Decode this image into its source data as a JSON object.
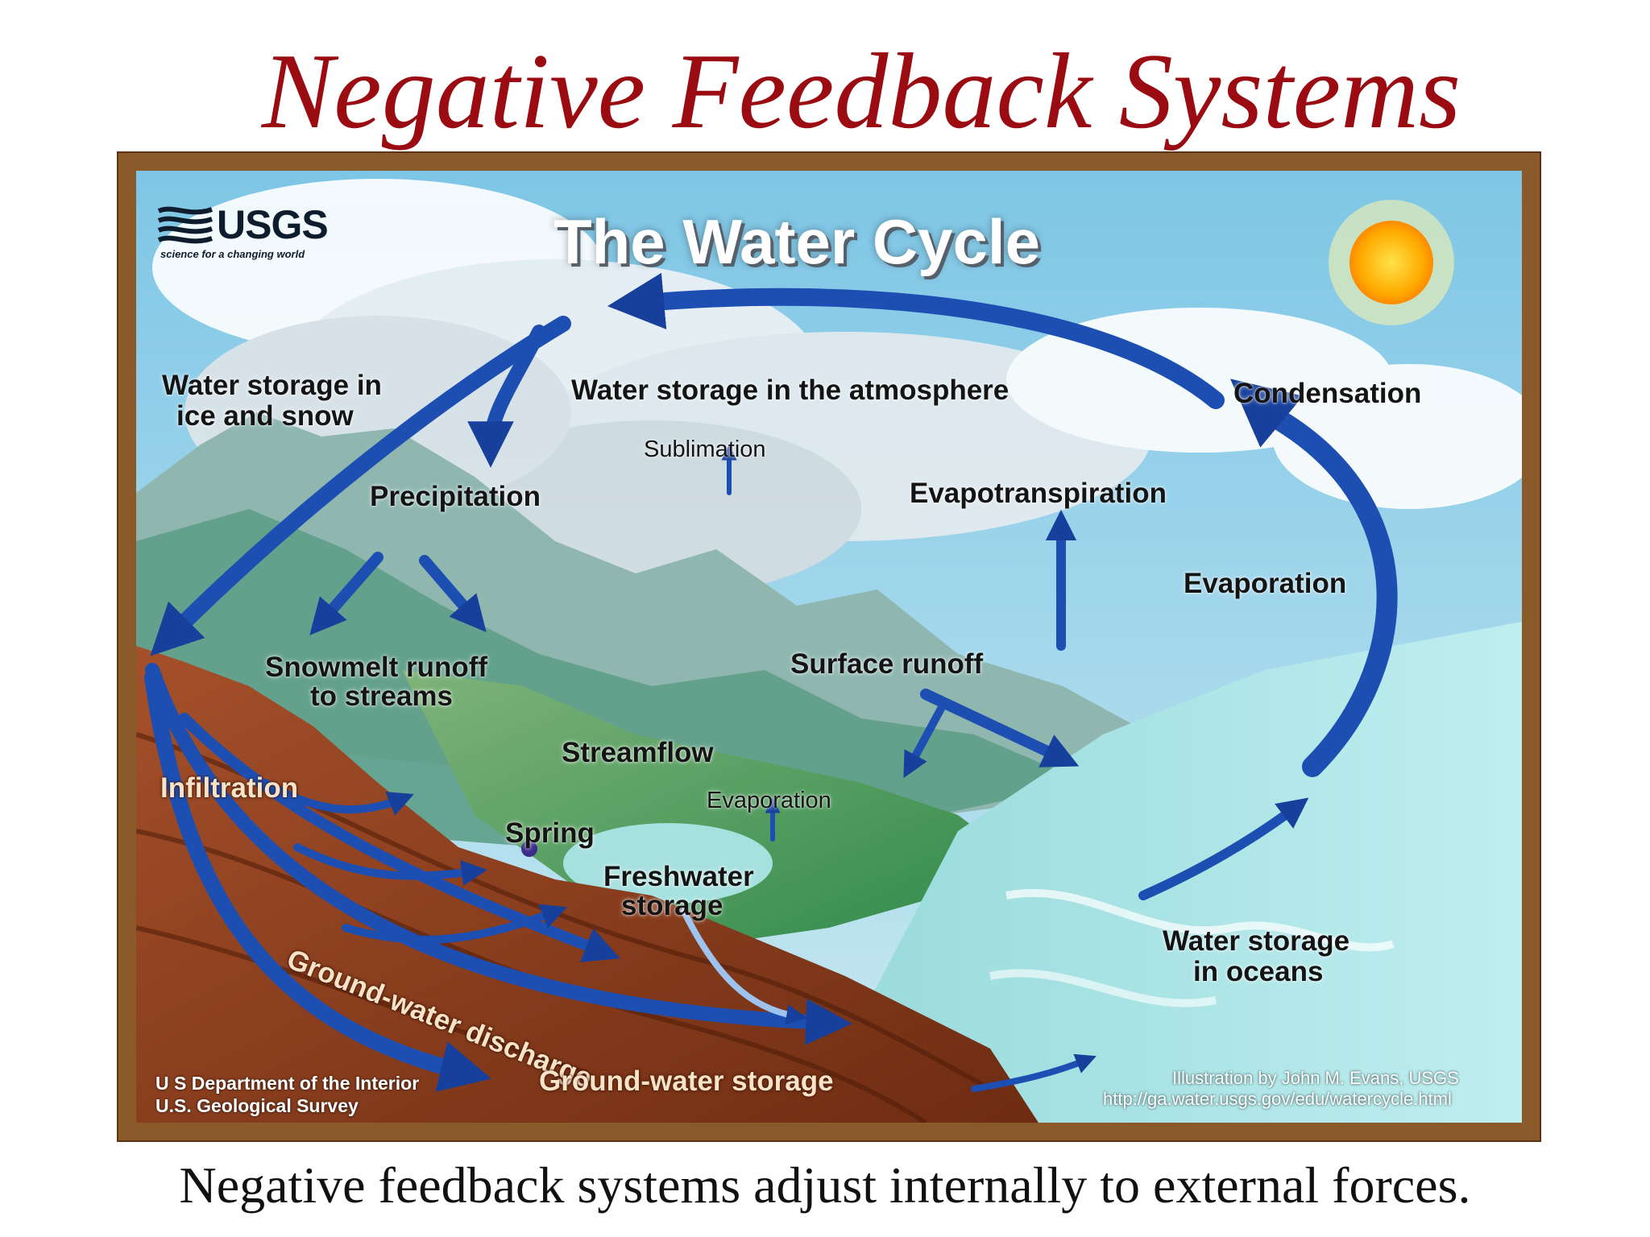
{
  "slide": {
    "title": "Negative Feedback Systems",
    "caption": "Negative feedback systems adjust internally to external forces."
  },
  "diagram": {
    "title": "The Water Cycle",
    "logo": {
      "word": "USGS",
      "tagline": "science for a changing world"
    },
    "labels": {
      "ice_snow_1": "Water storage in",
      "ice_snow_2": "ice and snow",
      "atmosphere": "Water storage in the atmosphere",
      "condensation": "Condensation",
      "sublimation": "Sublimation",
      "precipitation": "Precipitation",
      "evapotranspiration": "Evapotranspiration",
      "evaporation_ocean": "Evaporation",
      "snowmelt_1": "Snowmelt runoff",
      "snowmelt_2": "to streams",
      "surface_runoff": "Surface runoff",
      "streamflow": "Streamflow",
      "infiltration": "Infiltration",
      "evaporation_fresh": "Evaporation",
      "spring": "Spring",
      "freshwater_1": "Freshwater",
      "freshwater_2": "storage",
      "ground_water_discharge": "Ground-water discharge",
      "oceans_1": "Water storage",
      "oceans_2": "in oceans",
      "ground_water_storage": "Ground-water storage"
    },
    "credits": {
      "dept_1": "U S  Department of the Interior",
      "dept_2": "U.S. Geological Survey",
      "illustrator": "Illustration by John M. Evans, USGS",
      "url": "http://ga.water.usgs.gov/edu/watercycle.html"
    },
    "colors": {
      "arrow": "#1d4fb3",
      "arrow_light": "#dfe9ff",
      "title_red": "#9b0c12",
      "frame": "#8a5a2a",
      "earth": "#8a3c1c",
      "ocean": "#7fd0d6"
    }
  }
}
